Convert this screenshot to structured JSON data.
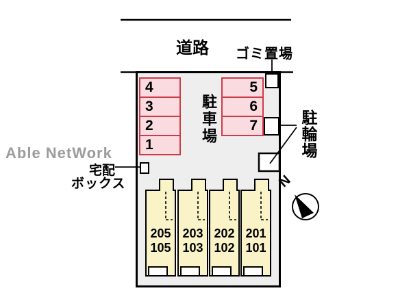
{
  "plan": {
    "watermark": "Able NetWork",
    "road_label": "道路",
    "garbage_label": "ゴミ置場",
    "parking_label": "駐車場",
    "bicycle_label": "駐輪場",
    "delivery_label_line1": "宅配",
    "delivery_label_line2": "ボックス",
    "north_label": "N",
    "parking_spaces_left": [
      "4",
      "3",
      "2",
      "1"
    ],
    "parking_spaces_right": [
      "5",
      "6",
      "7"
    ],
    "units": [
      {
        "upper": "205",
        "lower": "105"
      },
      {
        "upper": "203",
        "lower": "103"
      },
      {
        "upper": "202",
        "lower": "102"
      },
      {
        "upper": "201",
        "lower": "101"
      }
    ],
    "colors": {
      "parking_fill": "#f9dbe0",
      "parking_border": "#cf3b49",
      "unit_fill": "#faf3c8",
      "site_fill": "#eeeeee",
      "watermark_color": "#9c9c9c",
      "outline": "#000000"
    }
  }
}
